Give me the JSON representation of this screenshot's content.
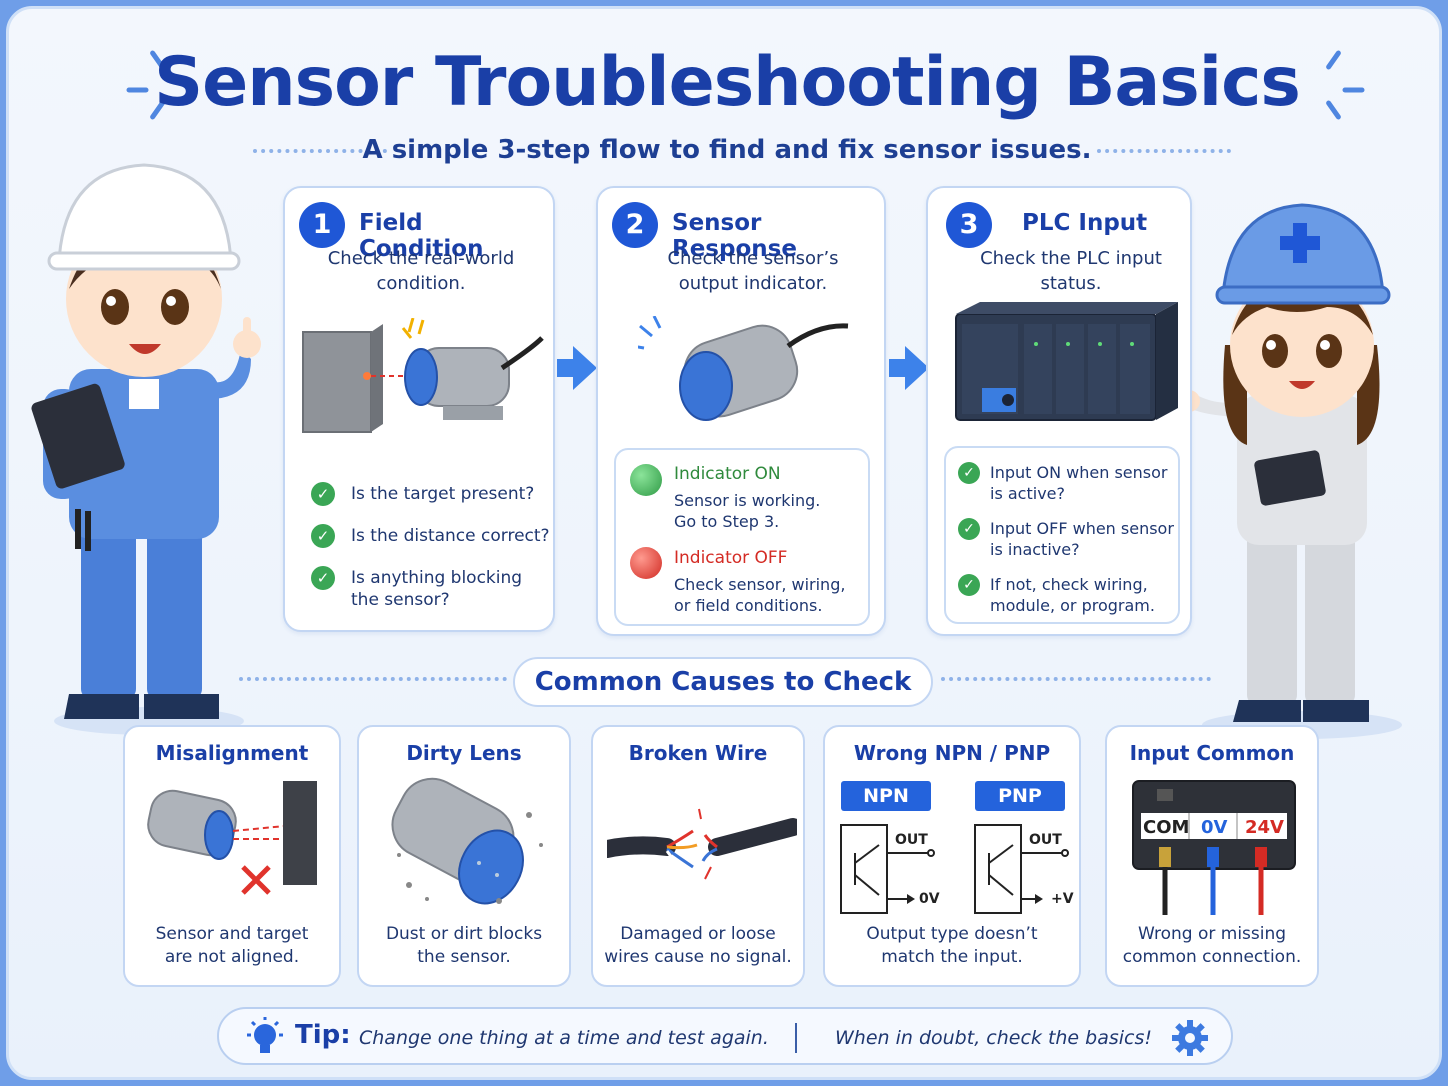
{
  "header": {
    "title": "Sensor Troubleshooting Basics",
    "subtitle": "A simple 3-step flow to find and fix sensor issues."
  },
  "steps": [
    {
      "number": "1",
      "title": "Field Condition",
      "desc_line1": "Check the real-world",
      "desc_line2": "condition.",
      "checks": [
        {
          "line1": "Is the target present?",
          "line2": ""
        },
        {
          "line1": "Is the distance correct?",
          "line2": ""
        },
        {
          "line1": "Is anything blocking",
          "line2": "the sensor?"
        }
      ]
    },
    {
      "number": "2",
      "title": "Sensor Response",
      "desc_line1": "Check the sensor’s",
      "desc_line2": "output indicator.",
      "indicators": [
        {
          "label": "Indicator ON",
          "line1": "Sensor is working.",
          "line2": "Go to Step 3.",
          "color": "#3aa655"
        },
        {
          "label": "Indicator OFF",
          "line1": "Check sensor, wiring,",
          "line2": "or field conditions.",
          "color": "#e0332c"
        }
      ]
    },
    {
      "number": "3",
      "title": "PLC Input",
      "desc_line1": "Check the PLC input",
      "desc_line2": "status.",
      "checks": [
        {
          "line1": "Input ON when sensor",
          "line2": "is active?"
        },
        {
          "line1": "Input OFF when sensor",
          "line2": "is inactive?"
        },
        {
          "line1": "If not, check wiring,",
          "line2": "module, or program."
        }
      ]
    }
  ],
  "causes": {
    "heading": "Common Causes to Check",
    "items": [
      {
        "title": "Misalignment",
        "line1": "Sensor and target",
        "line2": "are not aligned."
      },
      {
        "title": "Dirty Lens",
        "line1": "Dust or dirt blocks",
        "line2": "the sensor."
      },
      {
        "title": "Broken Wire",
        "line1": "Damaged or loose",
        "line2": "wires cause no signal."
      },
      {
        "title": "Wrong NPN / PNP",
        "line1": "Output type doesn’t",
        "line2": "match the input."
      },
      {
        "title": "Input Common",
        "line1": "Wrong or missing",
        "line2": "common connection."
      }
    ],
    "npn": {
      "tag": "NPN",
      "out": "OUT",
      "ground": "0V"
    },
    "pnp": {
      "tag": "PNP",
      "out": "OUT",
      "supply": "+V"
    },
    "terminal": {
      "com": "COM",
      "zero": "0V",
      "plus": "24V"
    }
  },
  "tip": {
    "label": "Tip:",
    "text1": "Change one thing at a time and test again.",
    "text2": "When in doubt, check the basics!"
  },
  "colors": {
    "brand": "#1a3fa7",
    "accent": "#1f57d6",
    "ok": "#3aa655",
    "error": "#e0332c"
  },
  "icons": [
    "check-icon",
    "lightbulb-icon",
    "gear-icon",
    "arrow-right-icon",
    "cross-icon"
  ]
}
